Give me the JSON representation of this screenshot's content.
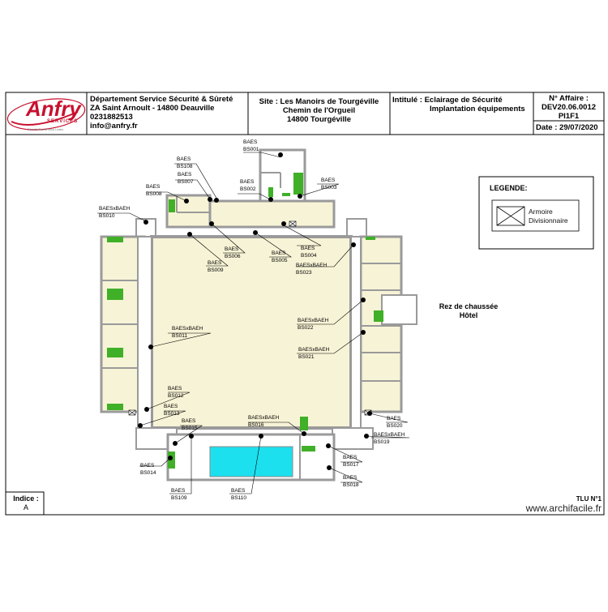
{
  "logo": {
    "name": "Anfry",
    "sub": "SERVICES",
    "tagline": "Sécurité Travail Sous Loisirs"
  },
  "company": {
    "line1": "Département Service Sécurité & Sûreté",
    "line2": "ZA Saint Arnoult - 14800 Deauville",
    "phone": "0231882513",
    "email": "info@anfry.fr"
  },
  "site": {
    "line1": "Site : Les Manoirs de Tourgéville",
    "line2": "Chemin de l'Orgueil",
    "line3": "14800 Tourgéville"
  },
  "intitule": {
    "line1": "Intitulé : Eclairage de Sécurité",
    "line2": "Implantation équipements"
  },
  "affaire": {
    "label": "N° Affaire :",
    "number": "DEV20.06.0012",
    "code": "PI1F1"
  },
  "date": "Date : 29/07/2020",
  "legend": {
    "title": "LEGENDE:",
    "item_line1": "Armoire",
    "item_line2": "Divisionnaire"
  },
  "level": {
    "line1": "Rez de chaussée",
    "line2": "Hôtel"
  },
  "indice": {
    "label": "Indice :",
    "value": "A"
  },
  "tlu": "TLU N°1",
  "watermark": "www.archifacile.fr",
  "equipment": [
    {
      "type": "BAES",
      "ref": "BS001"
    },
    {
      "type": "BAES",
      "ref": "BS002"
    },
    {
      "type": "BAES",
      "ref": "BS003"
    },
    {
      "type": "BAES",
      "ref": "BS004"
    },
    {
      "type": "BAES",
      "ref": "BS005"
    },
    {
      "type": "BAES",
      "ref": "BS006"
    },
    {
      "type": "BAES",
      "ref": "BS007"
    },
    {
      "type": "BAES",
      "ref": "BS008"
    },
    {
      "type": "BAES",
      "ref": "BS009"
    },
    {
      "type": "BAESxBAEH",
      "ref": "BS010"
    },
    {
      "type": "BAESxBAEH",
      "ref": "BS011"
    },
    {
      "type": "BAES",
      "ref": "BS012"
    },
    {
      "type": "BAES",
      "ref": "BS013"
    },
    {
      "type": "BAES",
      "ref": "BS014"
    },
    {
      "type": "BAES",
      "ref": "BS015"
    },
    {
      "type": "BAESxBAEH",
      "ref": "BS016"
    },
    {
      "type": "BAES",
      "ref": "BS017"
    },
    {
      "type": "BAES",
      "ref": "BS018"
    },
    {
      "type": "BAESxBAEH",
      "ref": "BS019"
    },
    {
      "type": "BAES",
      "ref": "BS020"
    },
    {
      "type": "BAESxBAEH",
      "ref": "BS021"
    },
    {
      "type": "BAESxBAEH",
      "ref": "BS022"
    },
    {
      "type": "BAESxBAEH",
      "ref": "BS023"
    },
    {
      "type": "BAES",
      "ref": "BS108"
    },
    {
      "type": "BAES",
      "ref": "BS109"
    },
    {
      "type": "BAES",
      "ref": "BS110"
    }
  ],
  "colors": {
    "floor": "#f7f3d6",
    "wall": "#9a9a9a",
    "equipment_green": "#3fb027",
    "pool": "#1ce0ee",
    "logo_red": "#c8102e"
  }
}
